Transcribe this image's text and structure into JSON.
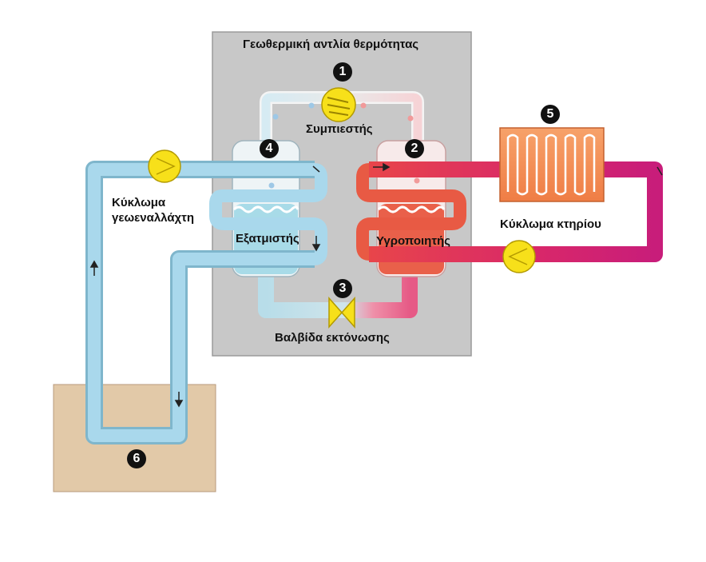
{
  "title": "Γεωθερμική αντλία θερμότητας",
  "labels": {
    "compressor": "Συμπιεστής",
    "evaporator": "Εξατμιστής",
    "condenser": "Υγροποιητής",
    "expansion_valve": "Βαλβίδα εκτόνωσης",
    "ground_loop_line1": "Κύκλωμα",
    "ground_loop_line2": "γεωεναλλάχτη",
    "building_loop": "Κύκλωμα κτηρίου"
  },
  "markers": [
    "1",
    "2",
    "3",
    "4",
    "5",
    "6"
  ],
  "colors": {
    "housing": "#c8c8c8",
    "cold_pipe": "#9fd3ea",
    "hot_pipe": "#e85a44",
    "building_pipe": "#cc1a6e",
    "pump": "#f7e01a",
    "ground": "#e2c9a8",
    "radiator": "#f08a50"
  },
  "icons": [
    "pump-icon",
    "compressor-icon",
    "valve-icon",
    "radiator-icon",
    "flow-arrow-icon"
  ]
}
